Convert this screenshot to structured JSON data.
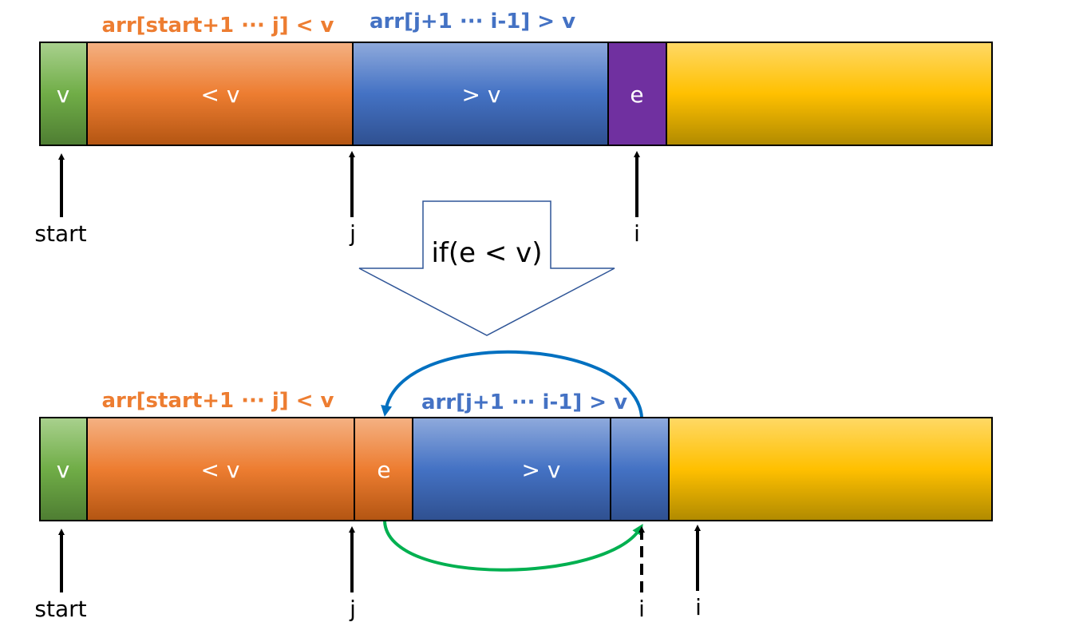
{
  "colors": {
    "orange_label": "#ED7D31",
    "blue_label": "#4472C4",
    "swap_back": "#0070C0",
    "swap_forward": "#00B050",
    "arrow_outline": "#2F5597"
  },
  "top": {
    "range_less_label": "arr[start+1 ··· j] < v",
    "range_greater_label": "arr[j+1 ··· i-1] > v",
    "cells": {
      "pivot": "v",
      "less": "< v",
      "greater": "> v",
      "current": "e"
    },
    "pointers": {
      "start": "start",
      "j": "j",
      "i": "i"
    }
  },
  "condition": "if(e < v)",
  "bottom": {
    "range_less_label": "arr[start+1 ··· j] < v",
    "range_greater_label": "arr[j+1 ··· i-1] > v",
    "cells": {
      "pivot": "v",
      "less": "< v",
      "swapped": "e",
      "greater": "> v"
    },
    "pointers": {
      "start": "start",
      "j": "j",
      "i_old": "i",
      "i_new": "i"
    }
  }
}
